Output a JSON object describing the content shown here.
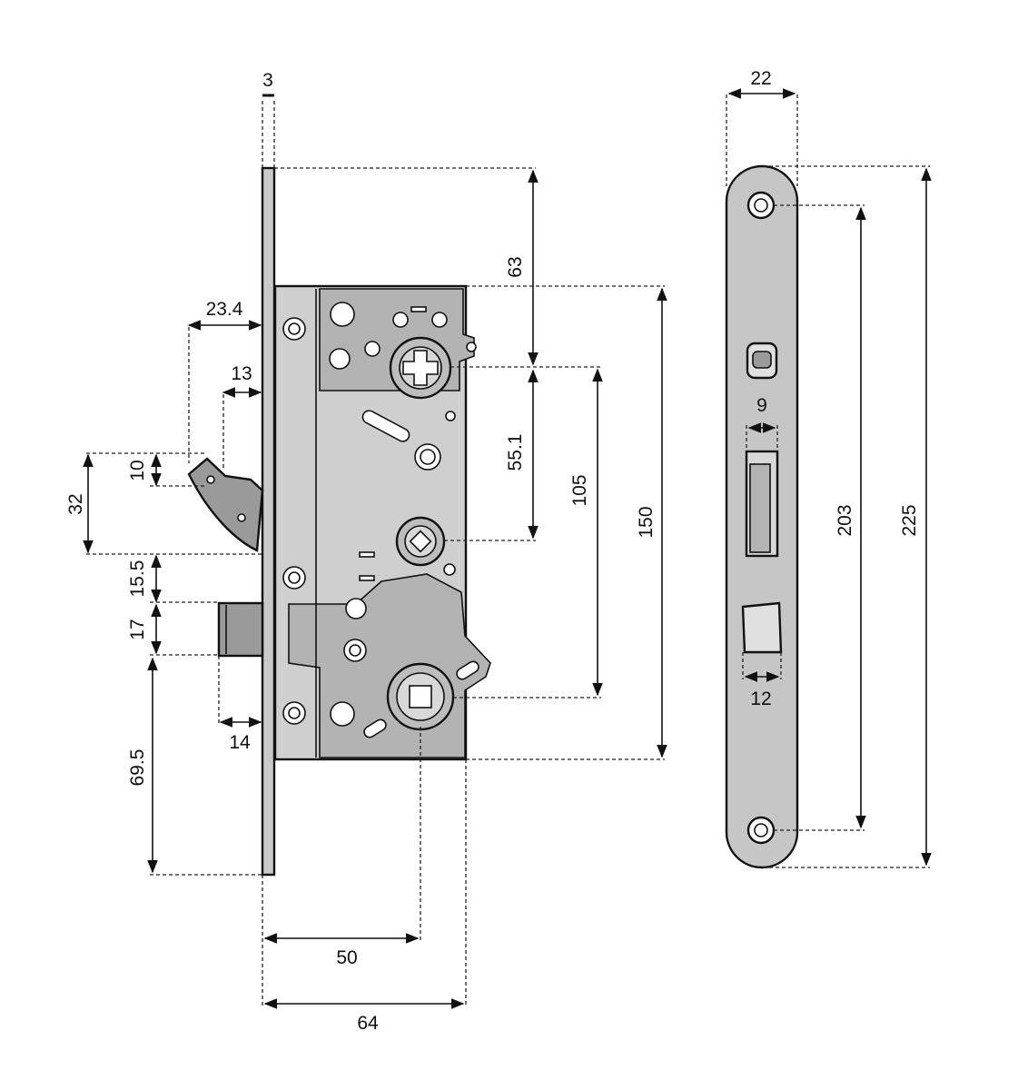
{
  "colors": {
    "background": "#ffffff",
    "line": "#111111",
    "faceplate": "#c9c9c9",
    "plate_light": "#cfcfcf",
    "body_dark": "#b3b3b3",
    "hole_fill": "#ffffff",
    "strike_plate": "#c6c6c6",
    "hook": "#9a9a9a"
  },
  "dimensions": {
    "faceplate_thickness": "3",
    "hook_reach": "23.4",
    "hook_offset": "13",
    "hook_tip": "10",
    "hook_height": "32",
    "gap_hook_bolt": "15.5",
    "bolt_height": "17",
    "bolt_to_bottom": "69.5",
    "bolt_projection": "14",
    "top_to_case": "63",
    "cylinder_to_handle": "55.1",
    "cylinder_to_lower_follower": "105",
    "case_height": "150",
    "backset": "50",
    "case_depth": "64",
    "strike_width": "22",
    "strike_screw_spacing": "203",
    "strike_height": "225",
    "hook_slot_width": "9",
    "bolt_slot_width": "12"
  },
  "icons": {
    "cylinder": "cross-cylinder-icon",
    "follower": "square-follower-icon"
  }
}
